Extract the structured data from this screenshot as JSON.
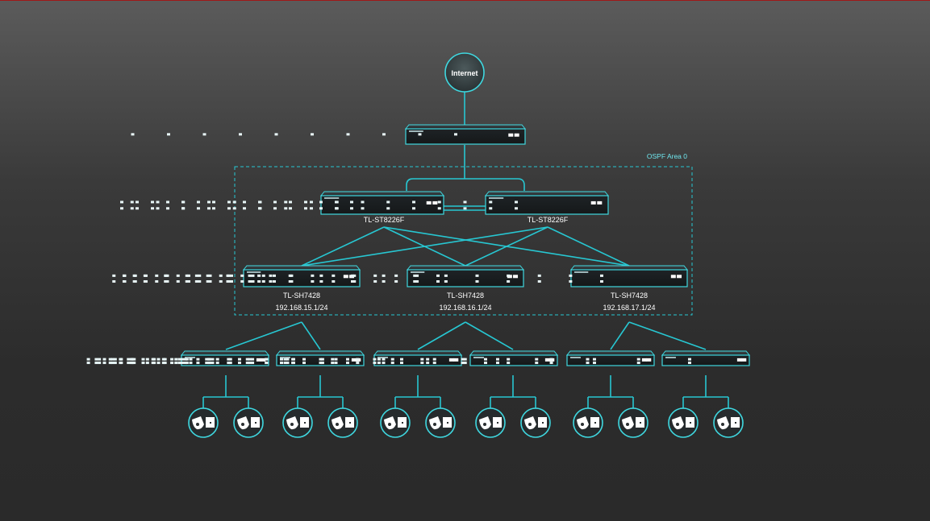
{
  "internet": {
    "label": "Internet"
  },
  "area": {
    "label": "OSPF Area 0"
  },
  "core_switches": [
    {
      "model": "TL-ST8226F"
    },
    {
      "model": "TL-ST8226F"
    }
  ],
  "distribution_switches": [
    {
      "model": "TL-SH7428",
      "ip": "192.168.15.1/24"
    },
    {
      "model": "TL-SH7428",
      "ip": "192.168.16.1/24"
    },
    {
      "model": "TL-SH7428",
      "ip": "192.168.17.1/24"
    }
  ],
  "colors": {
    "link": "#27c7d2",
    "device_outline": "#3fd8e0",
    "device_body": "#1b1f22",
    "background_top": "#5b5b5b",
    "background_bottom": "#2a2a2a"
  },
  "icons": {
    "internet": "globe-circle",
    "gateway": "router-icon",
    "switch": "switch-icon",
    "endpoint": "camera-pc-icon"
  }
}
